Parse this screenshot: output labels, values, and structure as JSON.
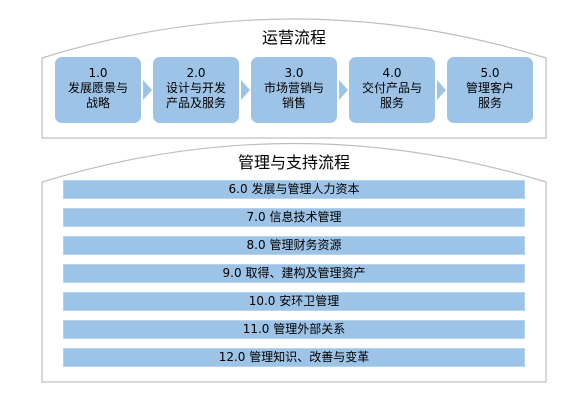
{
  "core": {
    "title": "运营流程",
    "processes": [
      {
        "num": "1.0",
        "label": "发展愿景与\n战略"
      },
      {
        "num": "2.0",
        "label": "设计与开发\n产品及服务"
      },
      {
        "num": "3.0",
        "label": "市场营销与\n销售"
      },
      {
        "num": "4.0",
        "label": "交付产品与\n服务"
      },
      {
        "num": "5.0",
        "label": "管理客户\n服务"
      }
    ]
  },
  "support": {
    "title": "管理与支持流程",
    "items": [
      "6.0 发展与管理人力资本",
      "7.0 信息技术管理",
      "8.0 管理财务资源",
      "9.0 取得、建构及管理资产",
      "10.0 安环卫管理",
      "11.0 管理外部关系",
      "12.0 管理知识、改善与变革"
    ]
  },
  "colors": {
    "box_fill": "#9dc3e6",
    "frame_stroke": "#bfbfbf"
  }
}
